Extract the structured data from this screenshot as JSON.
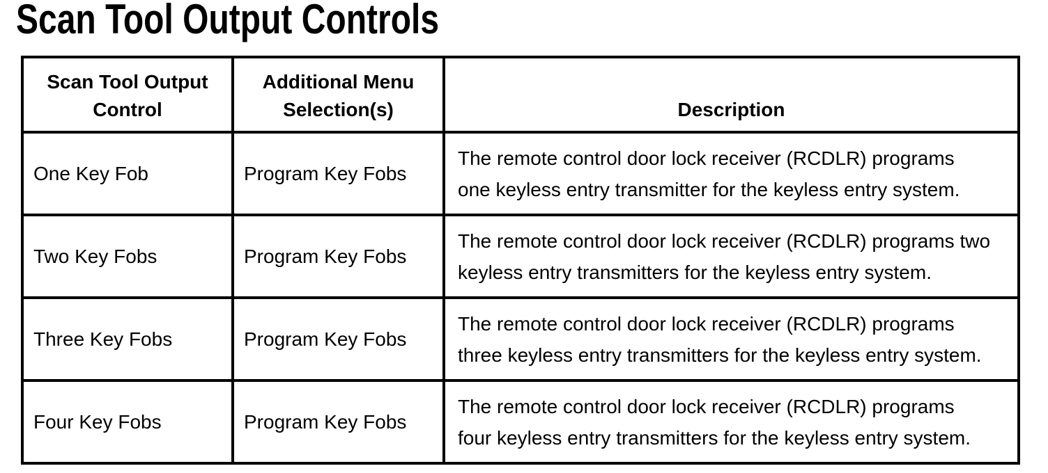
{
  "title": "Scan Tool Output Controls",
  "table": {
    "columns": [
      "Scan Tool Output\nControl",
      "Additional Menu\nSelection(s)",
      "Description"
    ],
    "rows": [
      {
        "control": "One Key Fob",
        "menu": "Program Key Fobs",
        "description": "The remote control door lock receiver (RCDLR) programs\none keyless entry transmitter for the keyless entry system."
      },
      {
        "control": "Two Key Fobs",
        "menu": "Program Key Fobs",
        "description": "The remote control door lock receiver (RCDLR) programs two\nkeyless entry transmitters for the keyless entry system."
      },
      {
        "control": "Three Key Fobs",
        "menu": "Program Key Fobs",
        "description": "The remote control door lock receiver (RCDLR) programs\nthree keyless entry transmitters for the keyless entry system."
      },
      {
        "control": "Four Key Fobs",
        "menu": "Program Key Fobs",
        "description": "The remote control door lock receiver (RCDLR) programs\nfour keyless entry transmitters for the keyless entry system."
      }
    ]
  }
}
